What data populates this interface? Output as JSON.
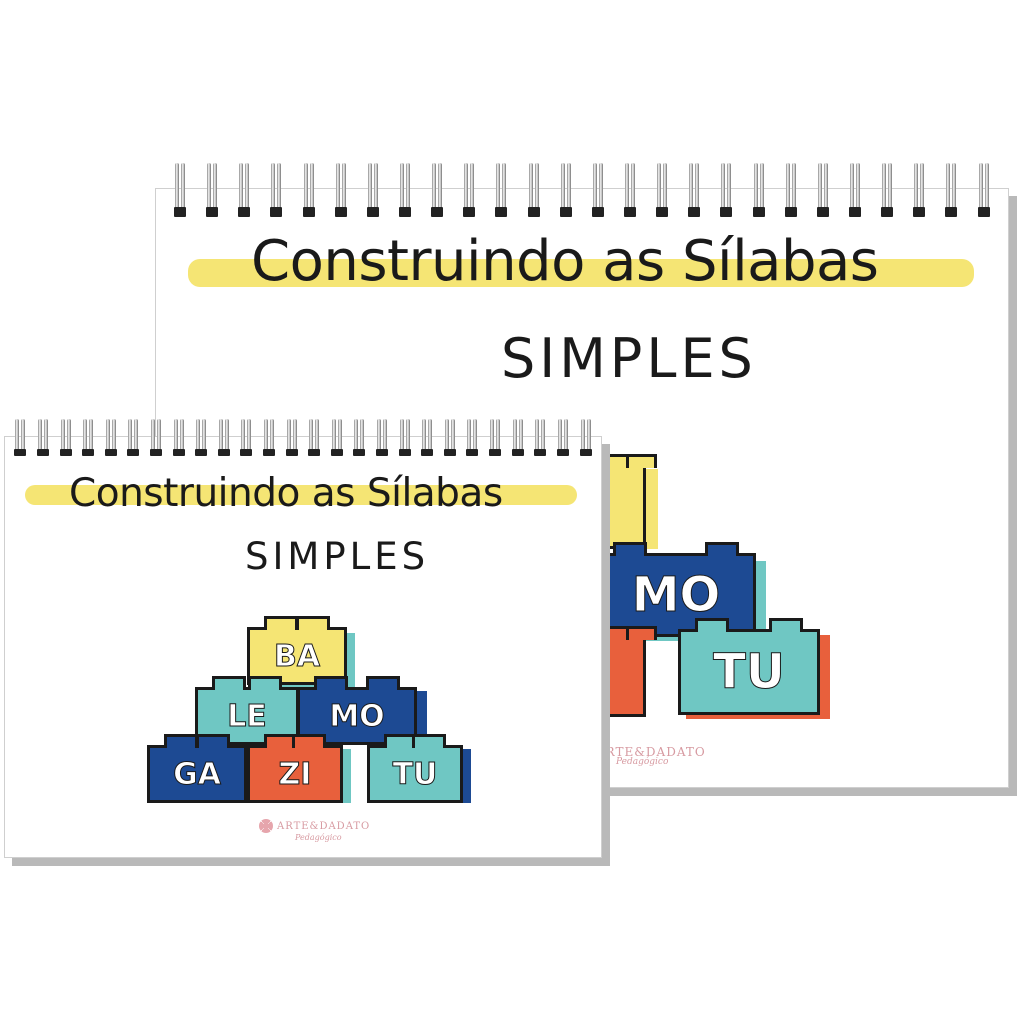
{
  "product": {
    "title": "Construindo as Sílabas",
    "subtitle": "SIMPLES",
    "brand_logo_text": "ARTE&DADATO",
    "brand_logo_tagline": "Pedagógico"
  },
  "back_cover": {
    "visible_bricks": [
      {
        "syllable": "",
        "color": "yellow"
      },
      {
        "syllable": "MO",
        "color": "navy"
      },
      {
        "syllable": "",
        "color": "orange"
      },
      {
        "syllable": "TU",
        "color": "teal"
      }
    ]
  },
  "front_cover": {
    "bricks": [
      {
        "syllable": "BA",
        "color": "yellow"
      },
      {
        "syllable": "LE",
        "color": "teal"
      },
      {
        "syllable": "MO",
        "color": "navy"
      },
      {
        "syllable": "GA",
        "color": "navy"
      },
      {
        "syllable": "ZI",
        "color": "orange"
      },
      {
        "syllable": "TU",
        "color": "teal"
      }
    ]
  },
  "palette": {
    "yellow": "#f5e574",
    "teal": "#6fc7c3",
    "navy": "#1d4a93",
    "orange": "#e8603c",
    "outline": "#1a1a1a",
    "highlight": "#f5e574"
  }
}
